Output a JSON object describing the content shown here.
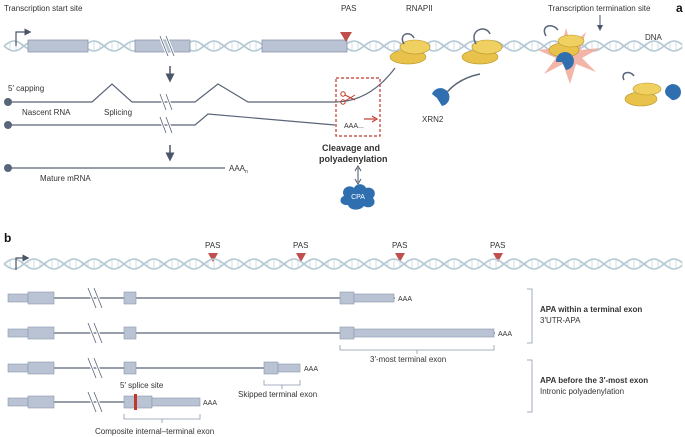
{
  "colors": {
    "dna_strand": "#b4c8d4",
    "exon_fill": "#b9c3d4",
    "exon_stroke": "#8a97ad",
    "line": "#596578",
    "pas_arrow": "#c0504d",
    "rnapii": "#e8c24a",
    "xrn2": "#2f6fb0",
    "cpa": "#2f6fb0",
    "burst": "#f0a898",
    "splice_mark": "#c0392b",
    "text": "#333333"
  },
  "panel_a": {
    "letter": "a",
    "labels": {
      "tss": "Transcription start site",
      "pas": "PAS",
      "rnapii": "RNAPII",
      "termination": "Transcription termination site",
      "dna": "DNA",
      "capping": "5′ capping",
      "nascent": "Nascent RNA",
      "splicing": "Splicing",
      "aaa_dots": "AAA...",
      "xrn2": "XRN2",
      "cleavage_line1": "Cleavage and",
      "cleavage_line2": "polyadenylation",
      "cpa": "CPA",
      "mature": "Mature mRNA",
      "aaan": "AAA",
      "aaan_sub": "n"
    }
  },
  "panel_b": {
    "letter": "b",
    "pas_labels": [
      "PAS",
      "PAS",
      "PAS",
      "PAS"
    ],
    "aaa": "AAA",
    "labels": {
      "terminal_exon": "3′-most terminal exon",
      "splice_site": "5′ splice site",
      "skipped": "Skipped terminal exon",
      "composite": "Composite internal–terminal exon",
      "group1_title": "APA within a terminal exon",
      "group1_sub": "3′UTR-APA",
      "group2_title": "APA before the 3′-most exon",
      "group2_sub": "Intronic polyadenylation"
    }
  }
}
